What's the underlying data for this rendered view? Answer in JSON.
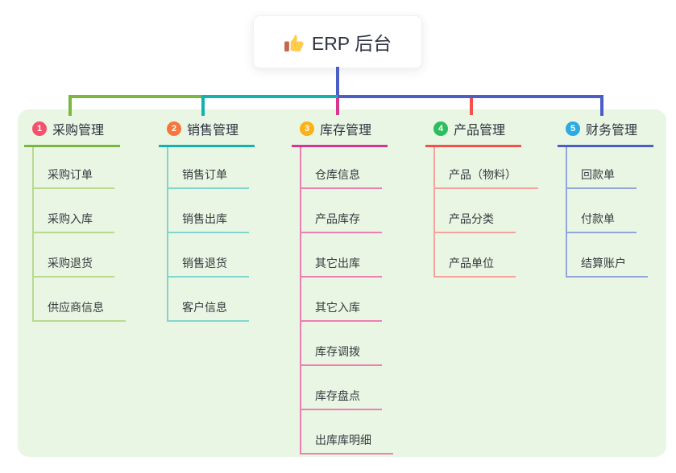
{
  "root": {
    "label": "ERP 后台",
    "icon": "thumbs-up-icon"
  },
  "canvas": {
    "background": "#ffffff",
    "panel_background": "#e9f6e3",
    "root_stem_color": "#4a5ec6",
    "title_text_color": "#2e3340"
  },
  "branches": [
    {
      "index": "1",
      "label": "采购管理",
      "badge_color": "#f4516c",
      "line_color": "#7ab73e",
      "child_line_color": "#b8d98e",
      "children": [
        "采购订单",
        "采购入库",
        "采购退货",
        "供应商信息"
      ]
    },
    {
      "index": "2",
      "label": "销售管理",
      "badge_color": "#f8763c",
      "line_color": "#13b3ad",
      "child_line_color": "#83d4cf",
      "children": [
        "销售订单",
        "销售出库",
        "销售退货",
        "客户信息"
      ]
    },
    {
      "index": "3",
      "label": "库存管理",
      "badge_color": "#fbb216",
      "line_color": "#d73690",
      "child_line_color": "#ee7eb3",
      "children": [
        "仓库信息",
        "产品库存",
        "其它出库",
        "其它入库",
        "库存调拨",
        "库存盘点",
        "出库库明细"
      ]
    },
    {
      "index": "4",
      "label": "产品管理",
      "badge_color": "#2dbd5e",
      "line_color": "#f2514c",
      "child_line_color": "#f7a29b",
      "children": [
        "产品（物料）",
        "产品分类",
        "产品单位"
      ]
    },
    {
      "index": "5",
      "label": "财务管理",
      "badge_color": "#2caae2",
      "line_color": "#4a5ec6",
      "child_line_color": "#93a6da",
      "children": [
        "回款单",
        "付款单",
        "结算账户"
      ]
    }
  ]
}
